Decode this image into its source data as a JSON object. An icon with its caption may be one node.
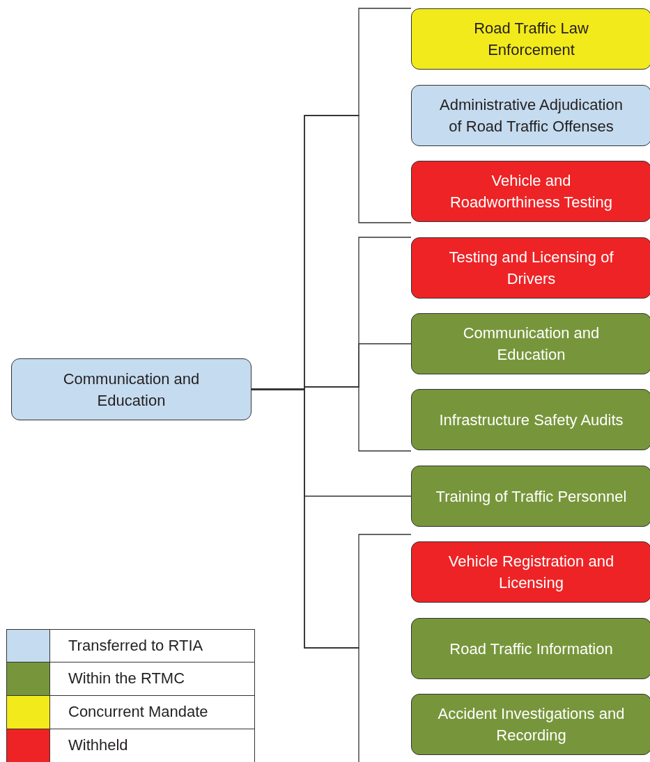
{
  "diagram": {
    "nodes": [
      {
        "text": [
          "Communication and Education"
        ]
      },
      {
        "text": [
          "Road Traffic Law Enforcement"
        ]
      },
      {
        "text": [
          "Administrative Adjudication of  Road Traffic  Offenses"
        ]
      },
      {
        "text": [
          "Vehicle and Roadworthiness Testing"
        ]
      },
      {
        "text": [
          "Testing and Licensing of Drivers"
        ]
      },
      {
        "text": [
          "Communication and Education"
        ]
      },
      {
        "text": [
          "Infrastructure Safety Audits"
        ]
      },
      {
        "text": [
          "Training of Traffic Personnel"
        ]
      },
      {
        "text": [
          "Vehicle Registration and Licensing"
        ]
      },
      {
        "text": [
          "Road Traffic Information"
        ]
      },
      {
        "text": [
          "Accident Investigations and Recording"
        ]
      }
    ],
    "edges": [
      {
        "from": 0,
        "to": 1,
        "arrow": "none"
      },
      {
        "from": 0,
        "to": 2,
        "arrow": "none"
      },
      {
        "from": 0,
        "to": 3,
        "arrow": "none"
      },
      {
        "from": 0,
        "to": 4,
        "arrow": "none"
      },
      {
        "from": 0,
        "to": 5,
        "arrow": "none"
      },
      {
        "from": 0,
        "to": 6,
        "arrow": "none"
      },
      {
        "from": 0,
        "to": 7,
        "arrow": "none"
      },
      {
        "from": 0,
        "to": 8,
        "arrow": "none"
      },
      {
        "from": 0,
        "to": 9,
        "arrow": "none"
      },
      {
        "from": 0,
        "to": 10,
        "arrow": "none"
      }
    ],
    "legend": [
      {
        "text": "Transferred to RTIA",
        "color": "#c5dbef"
      },
      {
        "text": "Within the RTMC",
        "color": "#77963b"
      },
      {
        "text": "Concurrent Mandate",
        "color": "#f2ea1b"
      },
      {
        "text": "Withheld",
        "color": "#ee2326"
      }
    ]
  }
}
